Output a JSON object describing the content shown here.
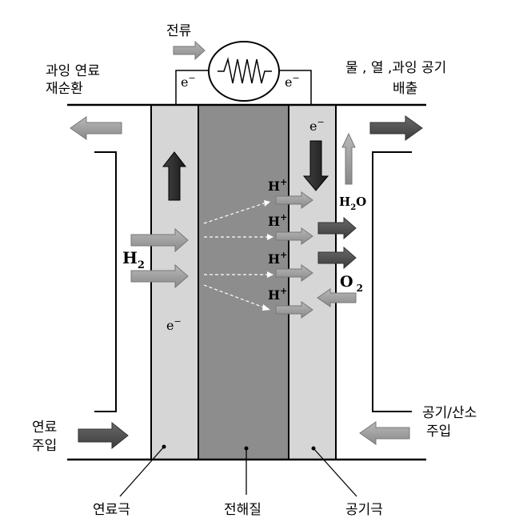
{
  "labels": {
    "current": "전류",
    "excess_fuel_line1": "과잉 연료",
    "excess_fuel_line2": "재순환",
    "exhaust_line1": "물 , 열 ,과잉 공기",
    "exhaust_line2": "배출",
    "fuel_in_line1": "연료",
    "fuel_in_line2": "주입",
    "air_in_line1": "공기/산소",
    "air_in_line2": "주입",
    "anode": "연료극",
    "electrolyte": "전해질",
    "cathode": "공기극"
  },
  "chem": {
    "electron": "e",
    "electron_charge": "−",
    "h2_main": "H",
    "h2_sub": "2",
    "o2_main": "O",
    "o2_sub": "2",
    "h_plus_main": "H",
    "h_plus_sup": "+",
    "water_h": "H",
    "water_sub": "2",
    "water_o": "O"
  },
  "colors": {
    "electrode": "#d4d4d4",
    "electrolyte": "#8c8c8c",
    "arrow_light": "#9a9a9a",
    "arrow_dark": "#555555",
    "arrow_black": "#2a2a2a"
  }
}
